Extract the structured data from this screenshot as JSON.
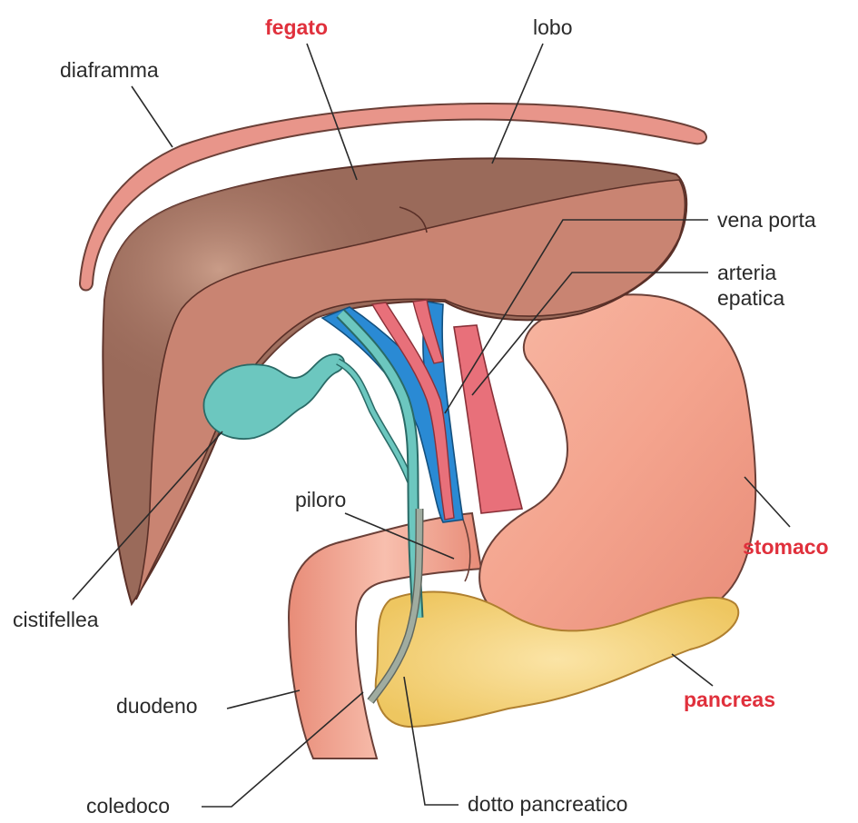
{
  "labels": {
    "fegato": "fegato",
    "lobo": "lobo",
    "diaframma": "diaframma",
    "vena_porta": "vena porta",
    "arteria_line1": "arteria",
    "arteria_line2": "epatica",
    "piloro": "piloro",
    "stomaco": "stomaco",
    "cistifellea": "cistifellea",
    "duodeno": "duodeno",
    "pancreas": "pancreas",
    "coledoco": "coledoco",
    "dotto_pancreatico": "dotto pancreatico"
  },
  "colors": {
    "highlight_label": "#e0303c",
    "plain_label": "#2a2a2a",
    "liver": "#9a6a5a",
    "liver_underside": "#c98472",
    "stomach": "#f4a48e",
    "diaphragm": "#e8958a",
    "gallbladder": "#6cc7bf",
    "portal_vein": "#2a8ad4",
    "hepatic_artery": "#e8707a",
    "pancreas": "#f3d27a"
  }
}
